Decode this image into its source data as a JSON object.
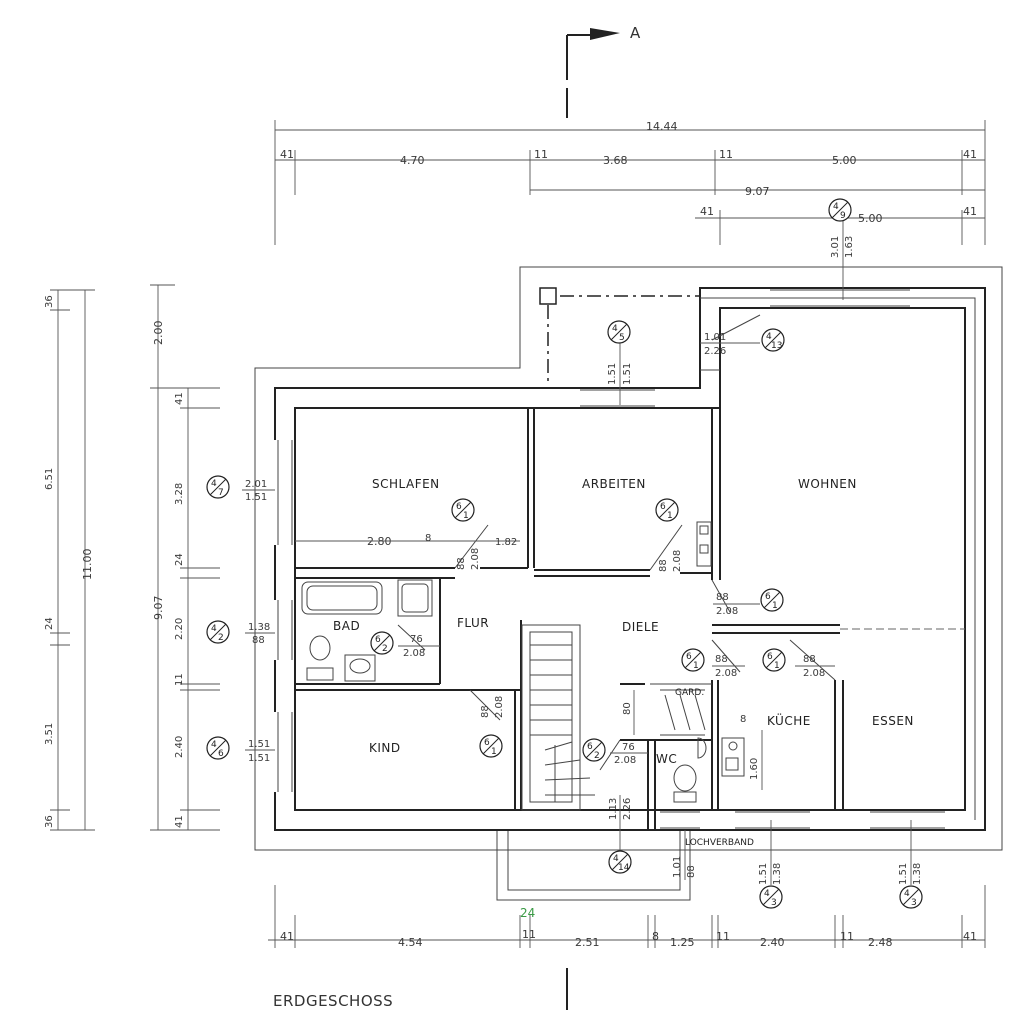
{
  "plan": {
    "title": "ERDGESCHOSS",
    "section_marker": "A",
    "lochverband": "LOCHVERBAND",
    "green_note": "24"
  },
  "rooms": {
    "schlafen": "SCHLAFEN",
    "arbeiten": "ARBEITEN",
    "wohnen": "WOHNEN",
    "bad": "BAD",
    "flur": "FLUR",
    "diele": "DIELE",
    "kind": "KIND",
    "gard": "GARD.",
    "wc": "WC",
    "kueche": "KÜCHE",
    "essen": "ESSEN"
  },
  "dims_top": {
    "total": "14.44",
    "a1": "41",
    "a2": "4.70",
    "a3": "11",
    "a4": "3.68",
    "a5": "11",
    "a6": "5.00",
    "a7": "41",
    "b_total": "9.07",
    "c1": "41",
    "c2": "5.00",
    "c3": "41",
    "sup": "5"
  },
  "dims_bottom": {
    "d1": "41",
    "d2": "4.54",
    "d3": "11",
    "d4": "2.51",
    "d5": "8",
    "d6": "1.25",
    "d7": "11",
    "d8": "2.40",
    "d9": "11",
    "d10": "2.48",
    "d11": "41"
  },
  "dims_left": {
    "outer_top": "36",
    "outer_a": "6.51",
    "outer_total": "11.00",
    "outer_mid": "24",
    "outer_b": "3.51",
    "outer_bot": "36",
    "inner_top": "2.00",
    "inner_total": "9.07",
    "i1": "41",
    "i2": "3.28",
    "i3": "24",
    "i4": "2.20",
    "i5": "11",
    "i6": "2.40",
    "i7": "41"
  },
  "openings": {
    "schlafen_win": [
      "2.01",
      "1.51"
    ],
    "bad_win": [
      "1.38",
      "88"
    ],
    "kind_win": [
      "1.51",
      "1.51"
    ],
    "arbeiten_win": [
      "1.51",
      "1.51"
    ],
    "terrace_door": [
      "1.01",
      "2.26"
    ],
    "wohnen_win": [
      "3.01",
      "1.63"
    ],
    "schlafen_width": "2.80",
    "schlafen_gap": "8",
    "schlafen_182": "1.82",
    "door_schlafen": [
      "88",
      "2.08"
    ],
    "door_arbeiten": [
      "88",
      "2.08"
    ],
    "door_wohnen": [
      "88",
      "2.08"
    ],
    "door_bad": [
      "76",
      "2.08"
    ],
    "door_kind": [
      "88",
      "2.08"
    ],
    "door_wc": [
      "76",
      "2.08"
    ],
    "door_kueche1": [
      "88",
      "2.08"
    ],
    "door_kueche2": [
      "88",
      "2.08"
    ],
    "gard_80": "80",
    "kueche_8": "8",
    "kueche_160": "1.60",
    "entry": [
      "1.13",
      "2.26"
    ],
    "entry_window": [
      "1.01",
      "88"
    ],
    "kueche_win": [
      "1.51",
      "1.38"
    ],
    "essen_win": [
      "1.51",
      "1.38"
    ]
  },
  "section_refs": {
    "r1": [
      "4",
      "9"
    ],
    "r2": [
      "4",
      "5"
    ],
    "r3": [
      "4",
      "13"
    ],
    "r4": [
      "4",
      "7"
    ],
    "r5": [
      "6",
      "1"
    ],
    "r6": [
      "6",
      "1"
    ],
    "r7": [
      "6",
      "1"
    ],
    "r8": [
      "4",
      "2"
    ],
    "r9": [
      "6",
      "2"
    ],
    "r10": [
      "6",
      "1"
    ],
    "r11": [
      "6",
      "1"
    ],
    "r12": [
      "4",
      "6"
    ],
    "r13": [
      "6",
      "1"
    ],
    "r14": [
      "6",
      "2"
    ],
    "r15": [
      "4",
      "14"
    ],
    "r16": [
      "4",
      "3"
    ],
    "r17": [
      "4",
      "3"
    ]
  }
}
